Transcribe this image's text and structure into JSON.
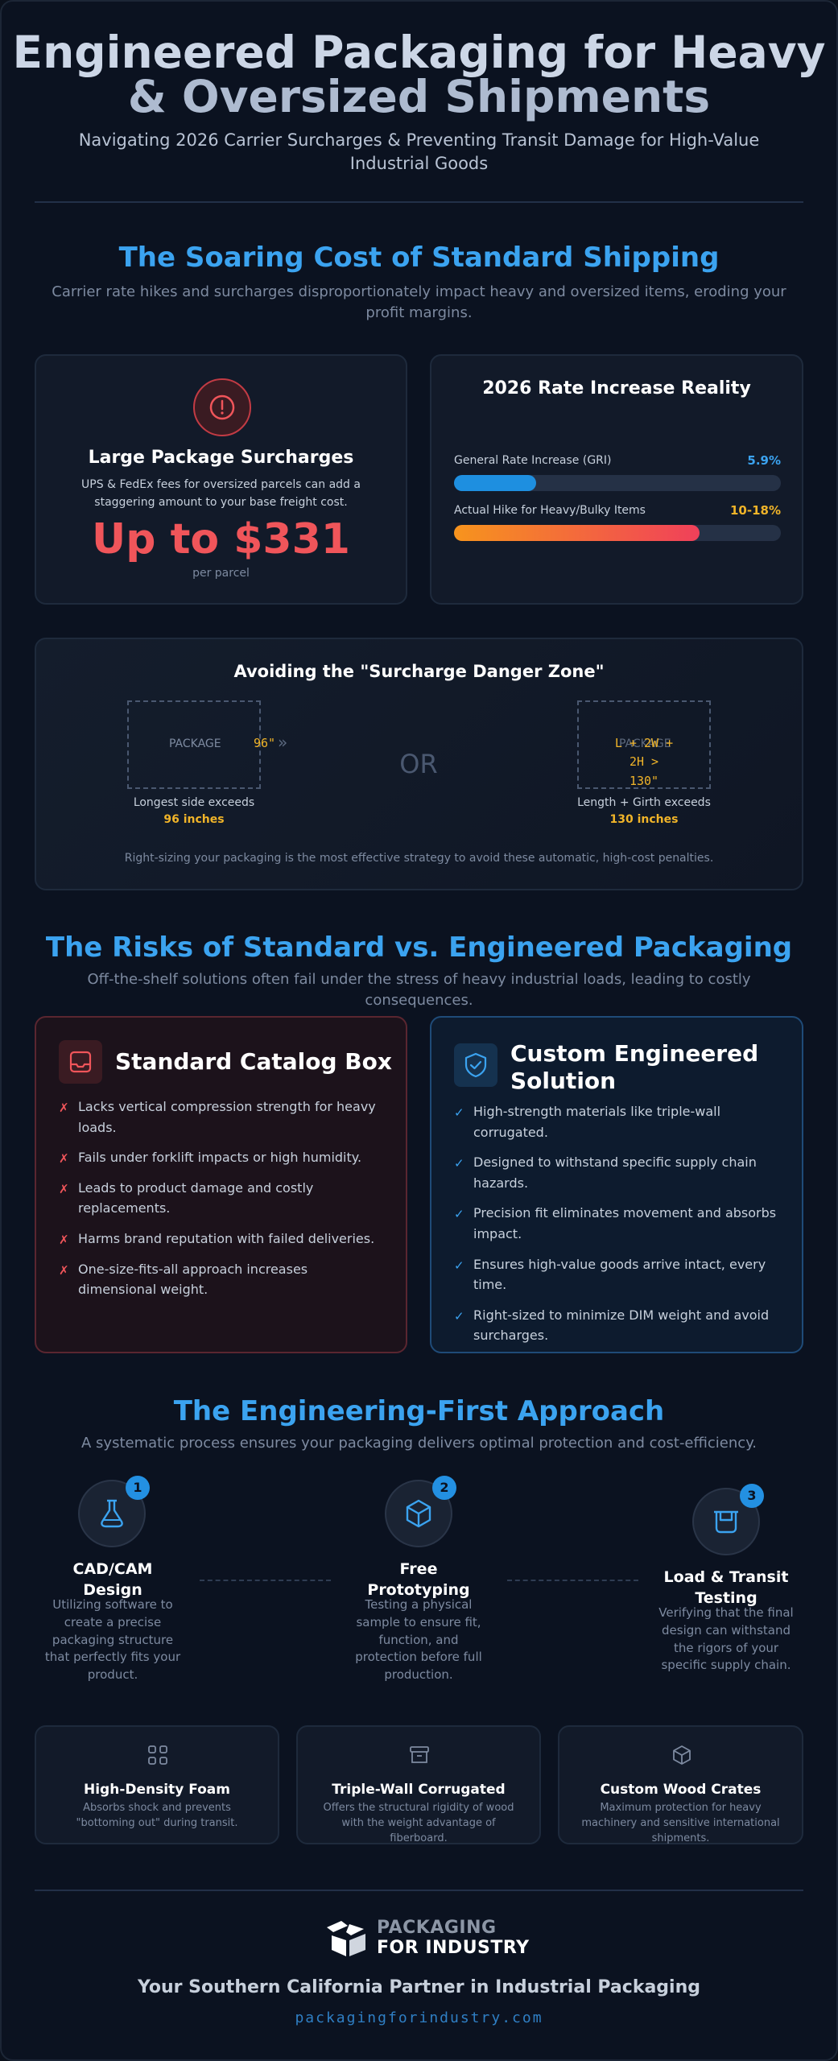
{
  "header": {
    "title_line1": "Engineered Packaging for Heavy",
    "title_line2": "& Oversized Shipments",
    "subtitle": "Navigating 2026 Carrier Surcharges & Preventing Transit Damage for High-Value Industrial Goods"
  },
  "cost": {
    "heading": "The Soaring Cost of Standard Shipping",
    "lede": "Carrier rate hikes and surcharges disproportionately impact heavy and oversized items, eroding your profit margins.",
    "surcharge": {
      "title": "Large Package Surcharges",
      "text": "UPS & FedEx fees for oversized parcels can add a staggering amount to your base freight cost.",
      "amount": "Up to $331",
      "unit": "per parcel"
    },
    "rates": {
      "title": "2026 Rate Increase Reality",
      "bars": [
        {
          "label": "General Rate Increase (GRI)",
          "value": "5.9%",
          "fill": 0.25
        },
        {
          "label": "Actual Hike for Heavy/Bulky Items",
          "value": "10-18%",
          "fill": 0.75
        }
      ]
    }
  },
  "danger": {
    "title": "Avoiding the \"Surcharge Danger Zone\"",
    "left": {
      "box_label": "PACKAGE",
      "dim": "96\"",
      "arrow": "»",
      "caption": "Longest side exceeds",
      "highlight": "96 inches"
    },
    "or": "OR",
    "right": {
      "box_label": "PACKAGE",
      "formula_l1": "L + 2W +",
      "formula_l2": "2H >",
      "formula_l3": "130\"",
      "caption": "Length + Girth exceeds",
      "highlight": "130 inches"
    },
    "note": "Right-sizing your packaging is the most effective strategy to avoid these automatic, high-cost penalties."
  },
  "risks": {
    "heading": "The Risks of Standard vs. Engineered Packaging",
    "lede": "Off-the-shelf solutions often fail under the stress of heavy industrial loads, leading to costly consequences.",
    "standard": {
      "title": "Standard Catalog Box",
      "mark": "✗",
      "items": [
        "Lacks vertical compression strength for heavy loads.",
        "Fails under forklift impacts or high humidity.",
        "Leads to product damage and costly replacements.",
        "Harms brand reputation with failed deliveries.",
        "One-size-fits-all approach increases dimensional weight."
      ]
    },
    "custom": {
      "title_l1": "Custom Engineered",
      "title_l2": "Solution",
      "mark": "✓",
      "items": [
        "High-strength materials like triple-wall corrugated.",
        "Designed to withstand specific supply chain hazards.",
        "Precision fit eliminates movement and absorbs impact.",
        "Ensures high-value goods arrive intact, every time.",
        "Right-sized to minimize DIM weight and avoid surcharges."
      ]
    }
  },
  "approach": {
    "heading": "The Engineering-First Approach",
    "lede": "A systematic process ensures your packaging delivers optimal protection and cost-efficiency.",
    "steps": [
      {
        "num": "1",
        "title_l1": "CAD/CAM",
        "title_l2": "Design",
        "desc": "Utilizing software to create a precise packaging structure that perfectly fits your product."
      },
      {
        "num": "2",
        "title_l1": "Free",
        "title_l2": "Prototyping",
        "desc": "Testing a physical sample to ensure fit, function, and protection before full production."
      },
      {
        "num": "3",
        "title_l1": "Load & Transit",
        "title_l2": "Testing",
        "desc": "Verifying that the final design can withstand the rigors of your specific supply chain."
      }
    ],
    "materials": [
      {
        "title": "High-Density Foam",
        "desc": "Absorbs shock and prevents \"bottoming out\" during transit."
      },
      {
        "title": "Triple-Wall Corrugated",
        "desc": "Offers the structural rigidity of wood with the weight advantage of fiberboard."
      },
      {
        "title": "Custom Wood Crates",
        "desc": "Maximum protection for heavy machinery and sensitive international shipments."
      }
    ]
  },
  "footer": {
    "logo_l1": "PACKAGING",
    "logo_l2": "FOR INDUSTRY",
    "tagline": "Your Southern California Partner in Industrial Packaging",
    "url": "packagingforindustry.com"
  },
  "colors": {
    "accent": "#3ba3f0",
    "danger": "#f0555a",
    "warning": "#f0b429",
    "gradient_orange": "#f7941d"
  }
}
